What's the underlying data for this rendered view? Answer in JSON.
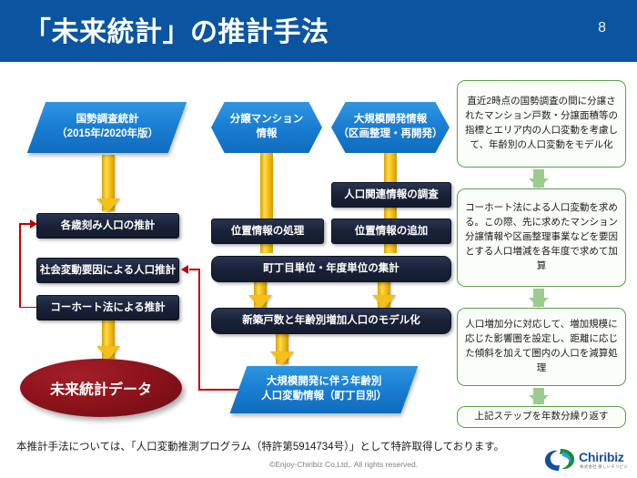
{
  "header": {
    "title": "「未来統計」の推計手法",
    "slide_number": "8",
    "bar_color": "#0b55a0"
  },
  "flow": {
    "left_column": {
      "source": "国勢調査統計\n（2015年/2020年版）",
      "source_line1": "国勢調査統計",
      "source_line2": "（2015年/2020年版）",
      "steps": [
        "各歳刻み人口の推計",
        "社会変動要因による人口推計",
        "コーホート法による推計"
      ],
      "result": "未来統計データ"
    },
    "middle_column": {
      "source_a_line1": "分譲マンション",
      "source_a_line2": "情報",
      "source_b_line1": "大規模開発情報",
      "source_b_line2": "（区画整理・再開発）",
      "step_a1": "位置情報の処理",
      "step_b1": "人口関連情報の調査",
      "step_b2": "位置情報の追加",
      "step_merge": "町丁目単位・年度単位の集計",
      "step_model": "新築戸数と年齢別増加人口のモデル化",
      "output_line1": "大規模開発に伴う年齢別",
      "output_line2": "人口変動情報（町丁目別）"
    },
    "notes": [
      "直近2時点の国勢調査の間に分譲されたマンション戸数・分譲面積等の指標とエリア内の人口変動を考慮して、年齢別の人口変動をモデル化",
      "コーホート法による人口変動を求める。この際、先に求めたマンション分譲情報や区画整理事業などを要因とする人口増減を各年度で求めて加算",
      "人口増加分に対応して、増加規模に応じた影響圏を設定し、距離に応じた傾斜を加えて圏内の人口を減算処理",
      "上記ステップを年数分繰り返す"
    ]
  },
  "colors": {
    "header_blue": "#0b55a0",
    "shape_blue": "#1b7fd4",
    "box_navy": "#1a2238",
    "arrow_yellow": "#f7c21a",
    "ellipse_red": "#8e131c",
    "note_green": "#59a24a",
    "red_line": "#c00000"
  },
  "footer": {
    "note": "本推計手法については、「人口変動推測プログラム（特許第5914734号）」として特許取得しております。",
    "copyright": "©Enjoy-Chiribiz Co,Ltd,. All rights reserved.",
    "logo_text": "Chiribiz",
    "logo_sub": "株式会社 楽しいチリビジ"
  }
}
